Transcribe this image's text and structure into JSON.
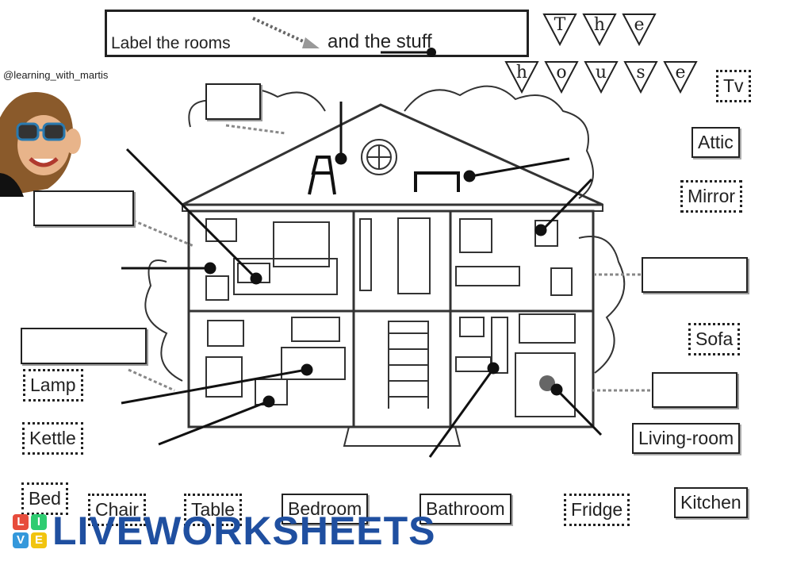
{
  "instructions": {
    "rooms": "Label the rooms",
    "stuff": "and the stuff"
  },
  "credit": "@learning_with_martis",
  "title_row1": [
    "T",
    "h",
    "e"
  ],
  "title_row2": [
    "h",
    "o",
    "u",
    "s",
    "e"
  ],
  "words": {
    "tv": "Tv",
    "attic": "Attic",
    "mirror": "Mirror",
    "sofa": "Sofa",
    "living_room": "Living-room",
    "kitchen": "Kitchen",
    "fridge": "Fridge",
    "bathroom": "Bathroom",
    "bedroom": "Bedroom",
    "table": "Table",
    "chair": "Chair",
    "bed": "Bed",
    "kettle": "Kettle",
    "lamp": "Lamp"
  },
  "logo": {
    "text": "LIVEWORKSHEETS",
    "tiles": [
      "L",
      "I",
      "V",
      "E"
    ]
  },
  "colors": {
    "tile1": "#e74c3c",
    "tile2": "#2ecc71",
    "tile3": "#3498db",
    "tile4": "#f1c40f",
    "brand": "#1f4fa0"
  }
}
